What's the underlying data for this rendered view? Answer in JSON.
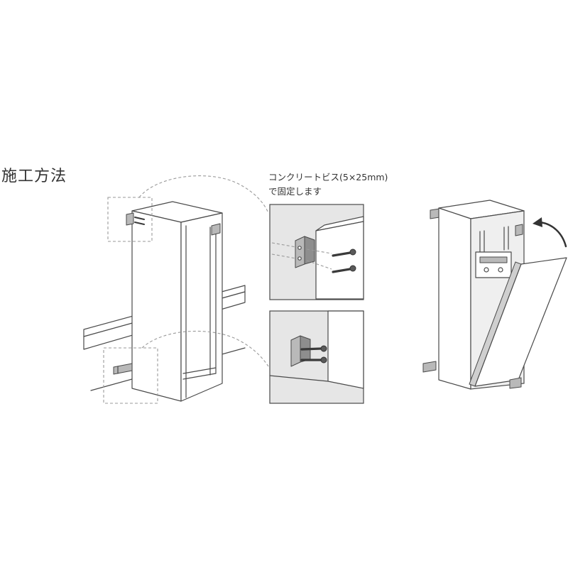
{
  "title": "施工方法",
  "callout": {
    "line1": "コンクリートビス(5×25mm)",
    "line2": "で固定します"
  },
  "colors": {
    "line": "#4a4a4a",
    "wall": "#e6e6e6",
    "background": "#ffffff"
  }
}
